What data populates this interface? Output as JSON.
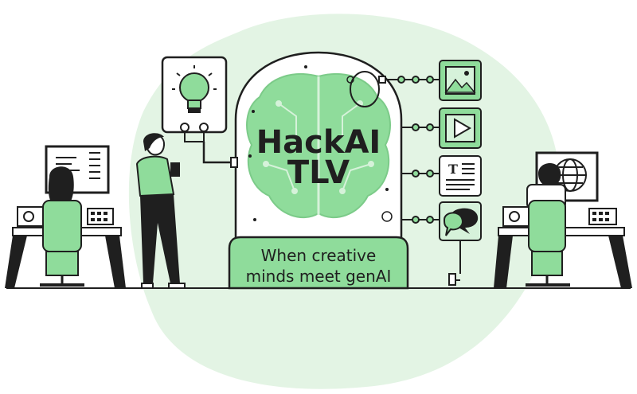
{
  "poster": {
    "title_line1": "HackAI",
    "title_line2": "TLV",
    "tagline_line1": "When creative",
    "tagline_line2": "minds meet genAI"
  },
  "icons": {
    "idea": "lightbulb-icon",
    "panels": [
      "image-icon",
      "play-icon",
      "text-document-icon",
      "chat-bubbles-icon"
    ]
  },
  "colors": {
    "accent": "#8fdc9b",
    "accent_light": "#d6f2da",
    "blob": "#e3f4e4",
    "ink": "#1f1f1f"
  }
}
